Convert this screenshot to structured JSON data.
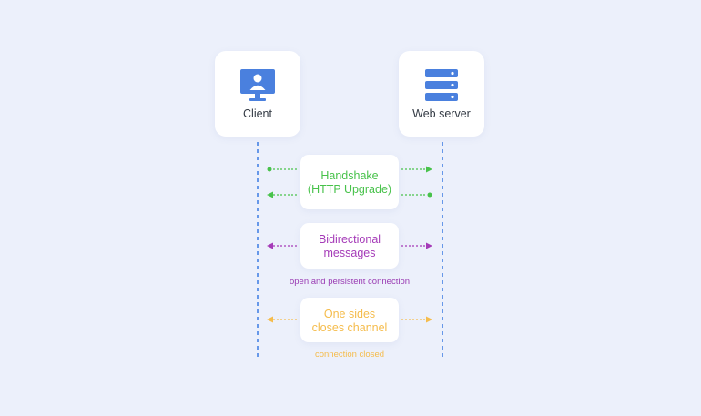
{
  "actors": {
    "client": {
      "label": "Client",
      "icon": "monitor-user-icon"
    },
    "server": {
      "label": "Web server",
      "icon": "server-stack-icon"
    }
  },
  "messages": {
    "handshake": {
      "line1": "Handshake",
      "line2": "(HTTP Upgrade)",
      "color": "#48c24b"
    },
    "bidirectional": {
      "line1": "Bidirectional",
      "line2": "messages",
      "caption": "open and persistent connection",
      "color": "#a53bb8"
    },
    "close": {
      "line1": "One sides",
      "line2": "closes channel",
      "caption": "connection closed",
      "color": "#f5bc4c"
    }
  },
  "colors": {
    "background": "#ecf0fb",
    "lifeline": "#3b7be3",
    "icon": "#4a80de"
  }
}
